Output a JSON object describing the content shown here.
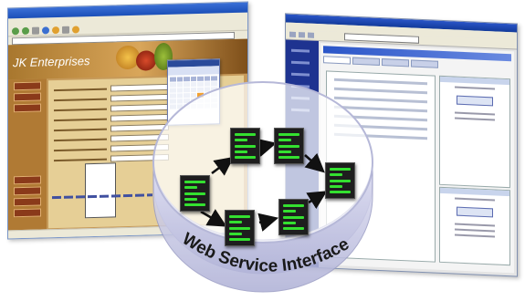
{
  "diagram": {
    "caption": "Web Service Interface",
    "colors": {
      "ring_fill": "#dcdcf0",
      "ring_stroke": "#b6b8d8",
      "node_body": "#1e1e1e",
      "node_bars": "#34e030",
      "arrow": "#111111"
    },
    "nodes": [
      "service-node-1",
      "service-node-2",
      "service-node-3",
      "service-node-4",
      "service-node-5",
      "service-node-6"
    ],
    "connections": [
      {
        "from": "service-node-1",
        "to": "service-node-2"
      },
      {
        "from": "service-node-2",
        "to": "service-node-3"
      },
      {
        "from": "service-node-3",
        "to": "service-node-4"
      },
      {
        "from": "service-node-1",
        "to": "service-node-5"
      },
      {
        "from": "service-node-5",
        "to": "service-node-6"
      },
      {
        "from": "service-node-6",
        "to": "service-node-4"
      }
    ]
  },
  "left_window": {
    "brand": "JK Enterprises",
    "icon": "browser-window-icon"
  },
  "right_window": {
    "icon": "application-window-icon"
  }
}
